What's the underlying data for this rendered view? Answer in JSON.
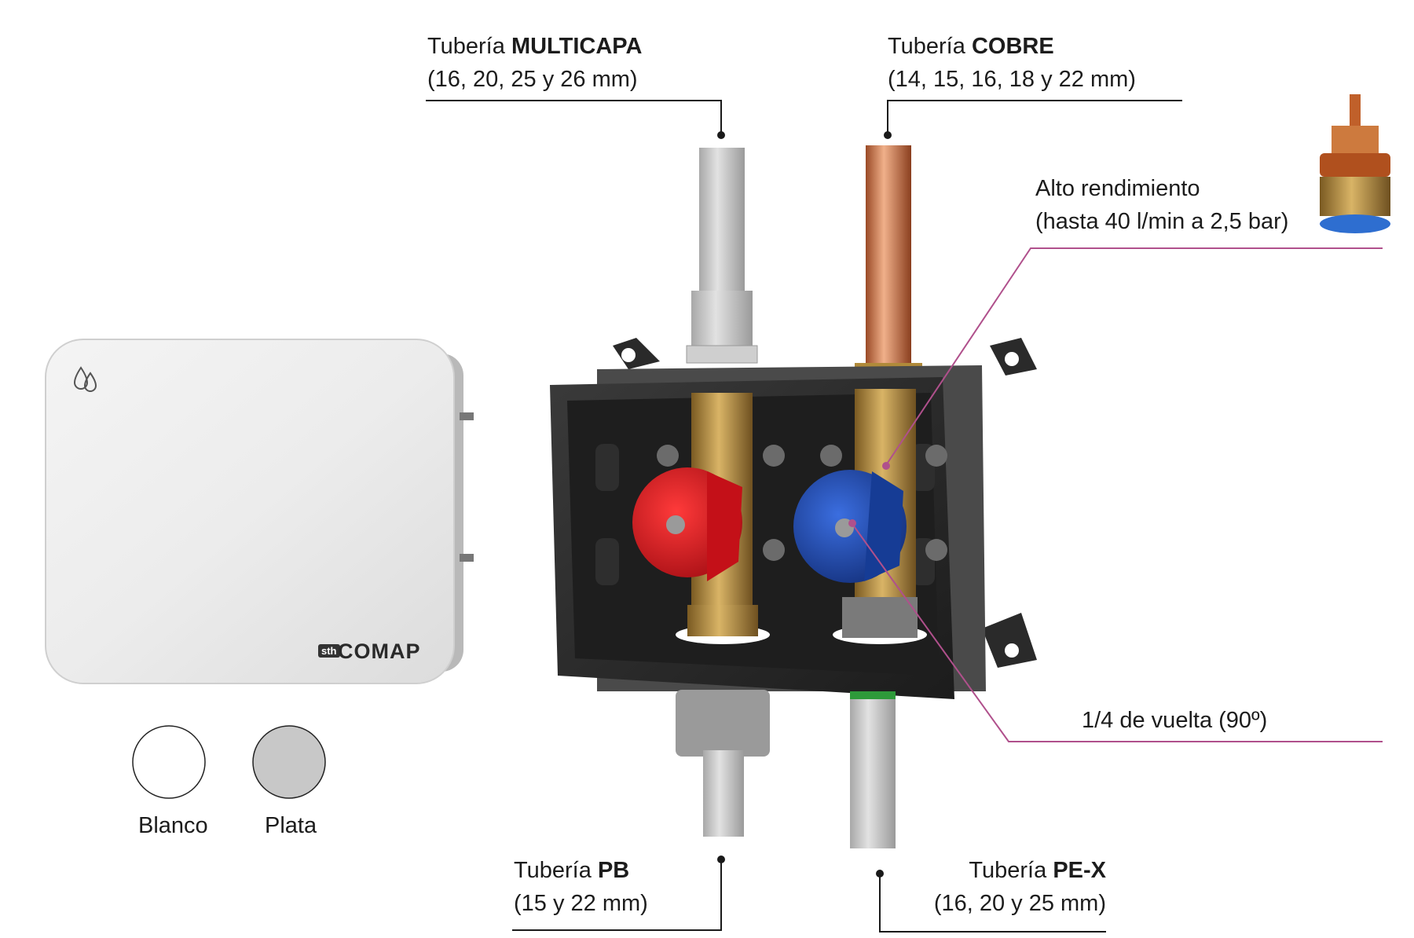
{
  "labels": {
    "multicapa": {
      "prefix": "Tubería ",
      "bold": "MULTICAPA",
      "sub": "(16, 20, 25 y 26 mm)"
    },
    "cobre": {
      "prefix": "Tubería ",
      "bold": "COBRE",
      "sub": "(14, 15, 16, 18 y 22 mm)"
    },
    "rendimiento": {
      "line1": "Alto rendimiento",
      "line2": "(hasta 40 l/min a 2,5 bar)"
    },
    "vuelta": {
      "text": "1/4 de vuelta (90º)"
    },
    "pb": {
      "prefix": "Tubería ",
      "bold": "PB",
      "sub": "(15 y 22 mm)"
    },
    "pex": {
      "prefix": "Tubería ",
      "bold": "PE-X",
      "sub": "(16, 20 y 25 mm)"
    }
  },
  "swatches": [
    {
      "name": "Blanco",
      "color": "#ffffff"
    },
    {
      "name": "Plata",
      "color": "#c8c8c8"
    }
  ],
  "logo": {
    "badge": "sth",
    "brand": "COMAP"
  },
  "colors": {
    "accent_line": "#b0508c",
    "leader": "#1a1a1a",
    "hot": "#d41f26",
    "cold": "#1f4fb0",
    "copper": "#c86a3c",
    "brass": "#b08a3a"
  }
}
